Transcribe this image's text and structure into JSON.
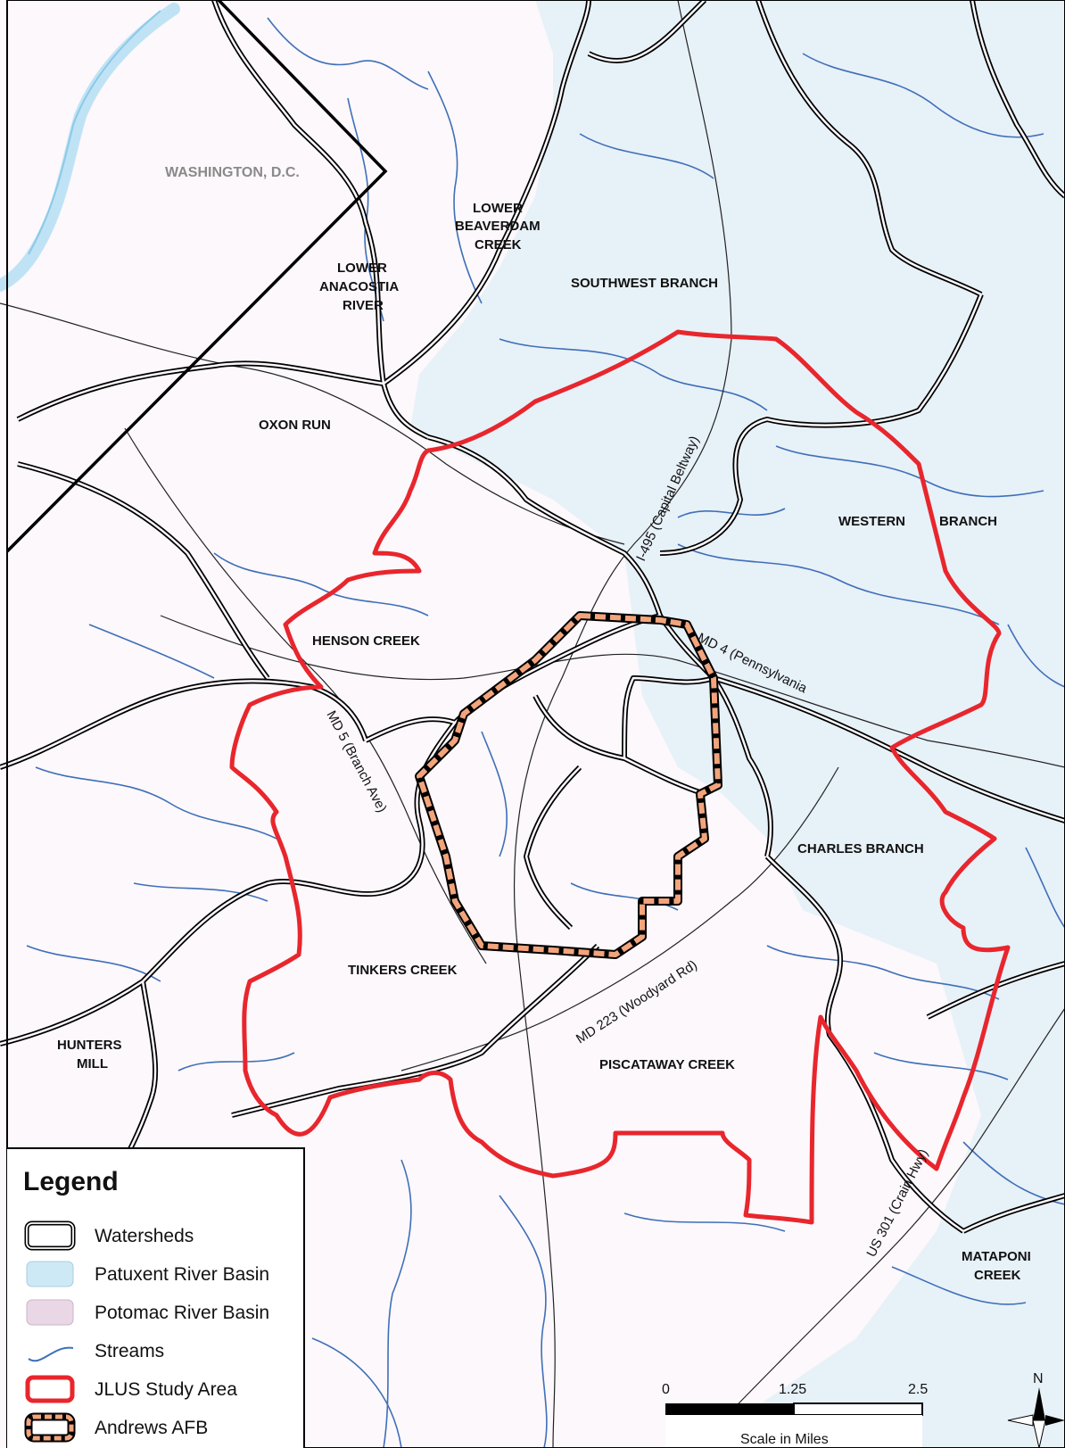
{
  "map_labels": {
    "washington_dc": "WASHINGTON, D.C.",
    "lower_beaverdam_1": "LOWER",
    "lower_beaverdam_2": "BEAVERDAM",
    "lower_beaverdam_3": "CREEK",
    "lower_anacostia_1": "LOWER",
    "lower_anacostia_2": "ANACOSTIA",
    "lower_anacostia_3": "RIVER",
    "southwest_branch": "SOUTHWEST BRANCH",
    "oxon_run": "OXON RUN",
    "western_branch_1": "WESTERN",
    "western_branch_2": "BRANCH",
    "henson_creek": "HENSON CREEK",
    "charles_branch": "CHARLES BRANCH",
    "tinkers_creek": "TINKERS CREEK",
    "hunters_mill_1": "HUNTERS",
    "hunters_mill_2": "MILL",
    "piscataway_creek": "PISCATAWAY CREEK",
    "mataponi_creek_1": "MATAPONI",
    "mataponi_creek_2": "CREEK"
  },
  "road_labels": {
    "i495": "I-495 (Capital Beltway)",
    "md4": "MD 4 (Pennsylvania",
    "md5": "MD 5 (Branch Ave)",
    "md223": "MD 223 (Woodyard Rd)",
    "us301": "US 301 (Crain Hwy)"
  },
  "legend": {
    "title": "Legend",
    "items": [
      {
        "label": "Watersheds",
        "icon": "watershed-swatch-icon"
      },
      {
        "label": "Patuxent River Basin",
        "icon": "patuxent-swatch-icon",
        "color": "#cde9f5"
      },
      {
        "label": "Potomac River Basin",
        "icon": "potomac-swatch-icon",
        "color": "#ead7e6"
      },
      {
        "label": "Streams",
        "icon": "stream-line-icon",
        "color": "#3f6fb8"
      },
      {
        "label": "JLUS Study Area",
        "icon": "study-area-swatch-icon",
        "color": "#e8262d"
      },
      {
        "label": "Andrews AFB",
        "icon": "afb-swatch-icon",
        "color": "#f2a47c"
      }
    ]
  },
  "scale": {
    "ticks": [
      "0",
      "1.25",
      "2.5"
    ],
    "caption": "Scale in Miles"
  },
  "north_arrow": {
    "label": "N"
  },
  "colors": {
    "patuxent_basin": "#e7f1f8",
    "potomac_basin": "#fcf8fb",
    "river": "#bfe3f5",
    "streams": "#3f6fb8",
    "study_area": "#e8262d",
    "afb_fill": "#f2a47c",
    "watershed_line": "#000000"
  }
}
